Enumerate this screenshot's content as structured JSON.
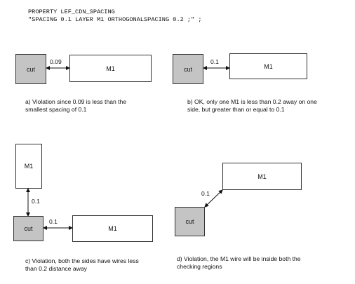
{
  "code": {
    "line1": "PROPERTY LEF_CDN_SPACING",
    "line2": "\"SPACING 0.1 LAYER M1 ORTHOGONALSPACING 0.2 ;\" ;"
  },
  "panel_a": {
    "cut": "cut",
    "wire": "M1",
    "spacing": "0.09",
    "caption": "a) Violation since 0.09 is less than the smallest spacing of 0.1"
  },
  "panel_b": {
    "cut": "cut",
    "wire": "M1",
    "spacing": "0.1",
    "caption": "b) OK, only one M1 is less than 0.2 away on one side, but greater than or equal to 0.1"
  },
  "panel_c": {
    "cut": "cut",
    "wire_top": "M1",
    "wire_right": "M1",
    "spacing_vertical": "0.1",
    "spacing_horizontal": "0.1",
    "caption": "c) Violation, both the sides have wires less than 0.2 distance away"
  },
  "panel_d": {
    "cut": "cut",
    "wire": "M1",
    "spacing": "0.1",
    "caption": "d) Violation, the M1 wire will be inside both the checking regions"
  }
}
